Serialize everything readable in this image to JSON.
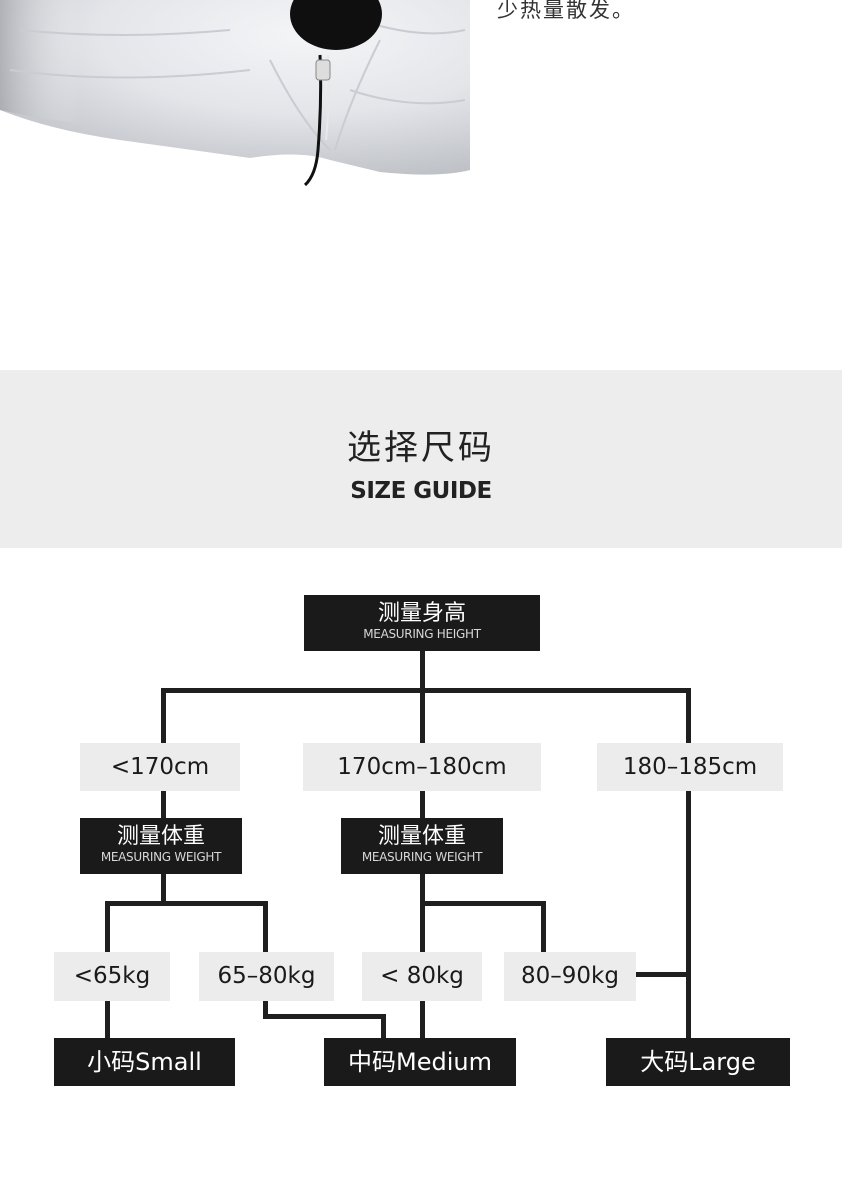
{
  "top_section": {
    "caption": "少热量散发。"
  },
  "size_guide": {
    "title_cn": "选择尺码",
    "title_en": "SIZE GUIDE"
  },
  "flowchart": {
    "root": {
      "cn": "测量身高",
      "en": "MEASURING HEIGHT"
    },
    "height_ranges": [
      "<170cm",
      "170cm–180cm",
      "180–185cm"
    ],
    "weight_nodes": [
      {
        "cn": "测量体重",
        "en": "MEASURING WEIGHT"
      },
      {
        "cn": "测量体重",
        "en": "MEASURING WEIGHT"
      }
    ],
    "weight_ranges": [
      "<65kg",
      "65–80kg",
      "< 80kg",
      "80–90kg"
    ],
    "results": [
      "小码Small",
      "中码Medium",
      "大码Large"
    ]
  }
}
